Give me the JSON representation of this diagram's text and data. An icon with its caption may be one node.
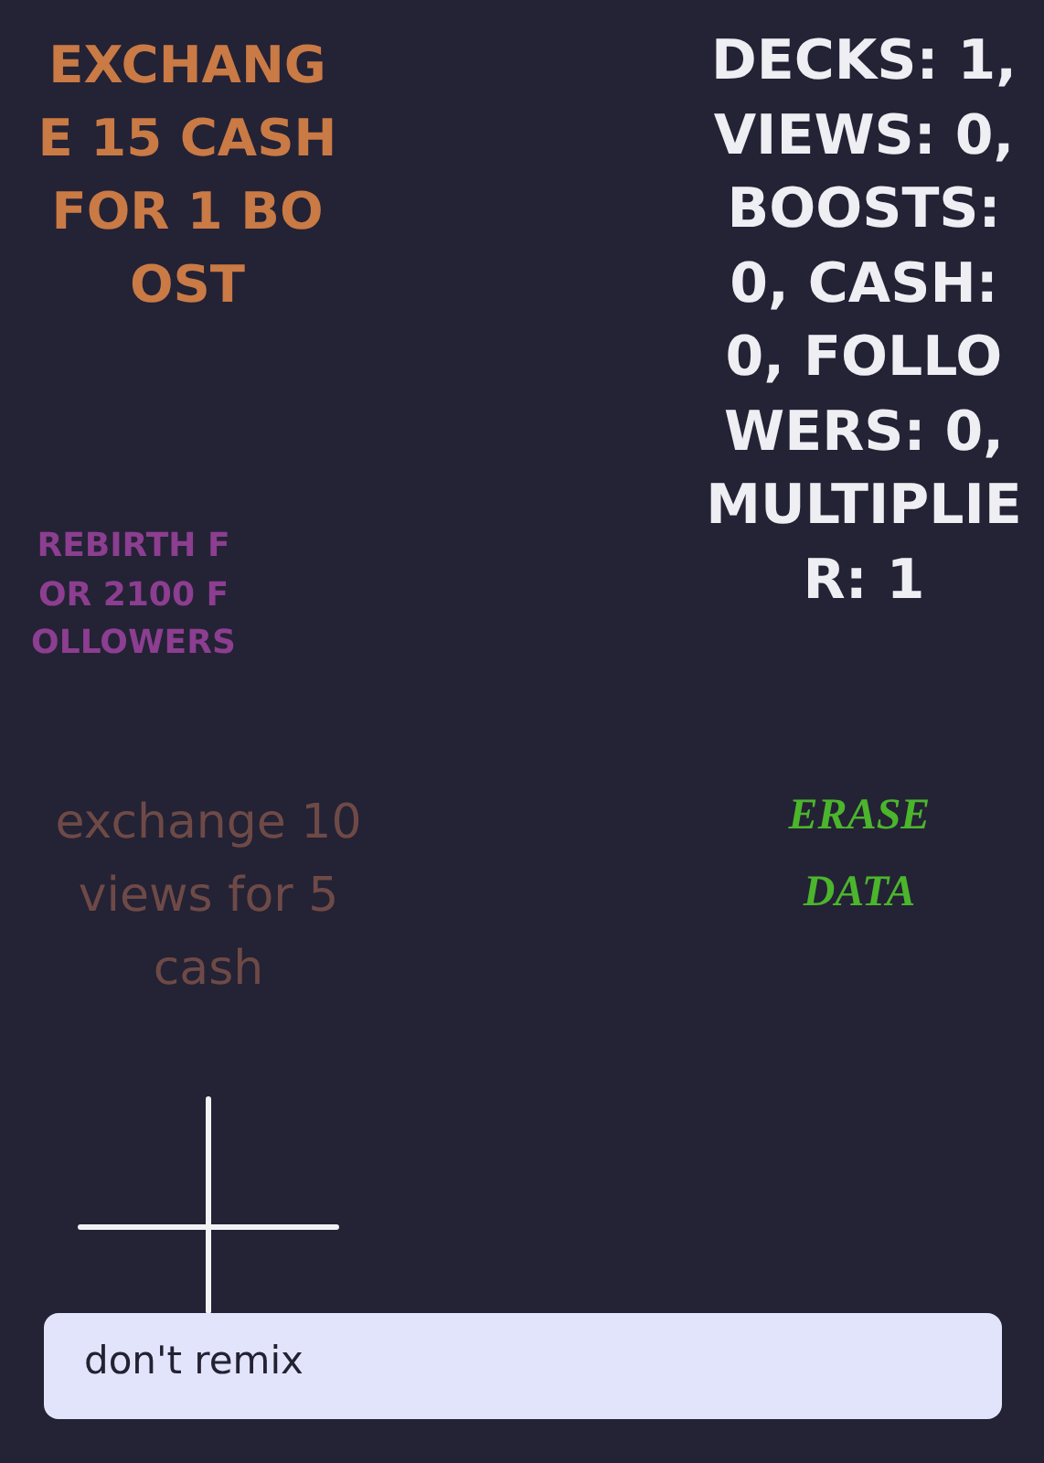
{
  "diagram": {
    "nodes": [
      {
        "text": [
          "don't remix"
        ]
      }
    ],
    "labels": [
      "EXCHANGE 15 CASH FOR 1 BOOST",
      "DECKS: 1, VIEWS: 0, BOOSTS: 0, CASH: 0, FOLLOWERS: 0, MULTIPLIER: 1",
      "REBIRTH FOR 2100 FOLLOWERS",
      "exchange 10 views for 5 cash",
      "ERASE DATA"
    ]
  }
}
